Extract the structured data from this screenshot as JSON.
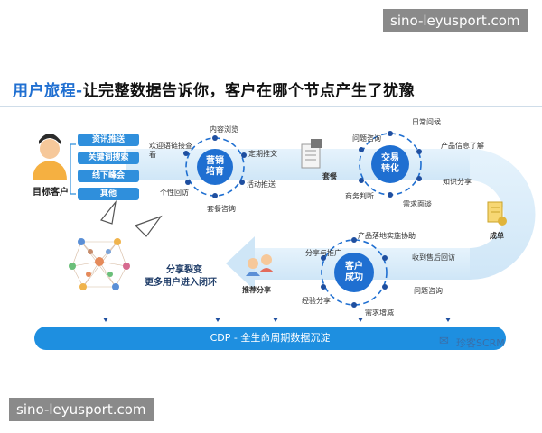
{
  "watermark": "sino-leyusport.com",
  "title": {
    "part1": "用户旅程-",
    "part2": "让完整数据告诉你，客户在哪个节点产生了犹豫"
  },
  "customer": {
    "label": "目标客户",
    "channels": [
      "资讯推送",
      "关键词搜索",
      "线下峰会",
      "其他"
    ]
  },
  "stage1": {
    "name_line1": "营销",
    "name_line2": "培育",
    "steps": [
      "欢迎语链接查看",
      "内容浏览",
      "定期推文",
      "活动推送",
      "个性回访",
      "套餐咨询"
    ]
  },
  "stage2": {
    "name_line1": "交易",
    "name_line2": "转化",
    "steps": [
      "日常问候",
      "问题咨询",
      "产品信息了解",
      "知识分享",
      "商务判断",
      "需求面谈"
    ]
  },
  "stage3": {
    "name_line1": "客户",
    "name_line2": "成功",
    "steps": [
      "产品落地实施协助",
      "分享与推广",
      "收到售后回访",
      "问题咨询",
      "经验分享",
      "需求增减"
    ]
  },
  "docs": {
    "package_label": "套餐",
    "order_label": "成单",
    "share_label": "推荐分享"
  },
  "fission": {
    "line1": "分享裂变",
    "line2": "更多用户进入闭环"
  },
  "cdp": "CDP - 全生命周期数据沉淀",
  "brand": "珍客SCRM",
  "colors": {
    "accent": "#1e8fe0",
    "circle": "#1f6fd1",
    "title_blue": "#1f6fd1"
  }
}
